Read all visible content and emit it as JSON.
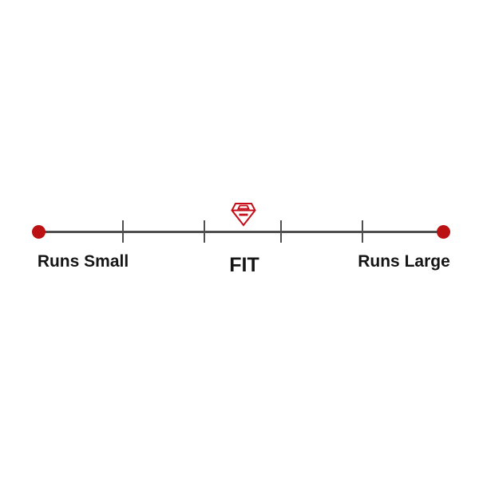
{
  "fit_scale": {
    "labels": {
      "left": "Runs Small",
      "center": "FIT",
      "right": "Runs Large"
    },
    "marker": {
      "icon": "gem-icon",
      "position": "center",
      "position_fraction": 0.5
    },
    "ticks": 4,
    "segments": 5,
    "colors": {
      "endpoint_dot": "#bb1113",
      "gem": "#c40d18",
      "line": "#4f4f4f",
      "label_text": "#151515",
      "background": "#ffffff"
    }
  }
}
